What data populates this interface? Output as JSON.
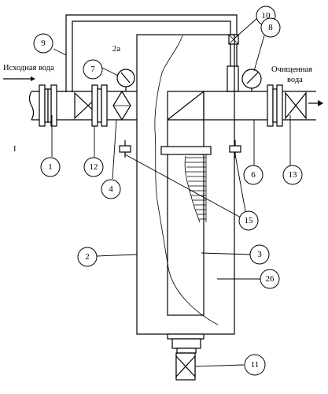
{
  "labels": {
    "inlet": "Исходная вода",
    "outlet_line1": "Очищенная",
    "outlet_line2": "вода",
    "side_mark": "I"
  },
  "callouts": [
    {
      "id": "c9",
      "text": "9"
    },
    {
      "id": "c10",
      "text": "10"
    },
    {
      "id": "c8",
      "text": "8"
    },
    {
      "id": "c2a",
      "text": "2а"
    },
    {
      "id": "c7",
      "text": "7"
    },
    {
      "id": "c1",
      "text": "1"
    },
    {
      "id": "c12",
      "text": "12"
    },
    {
      "id": "c4",
      "text": "4"
    },
    {
      "id": "c6",
      "text": "6"
    },
    {
      "id": "c13",
      "text": "13"
    },
    {
      "id": "c15",
      "text": "15"
    },
    {
      "id": "c2",
      "text": "2"
    },
    {
      "id": "c3",
      "text": "3"
    },
    {
      "id": "c26",
      "text": "26"
    },
    {
      "id": "c11",
      "text": "11"
    }
  ]
}
